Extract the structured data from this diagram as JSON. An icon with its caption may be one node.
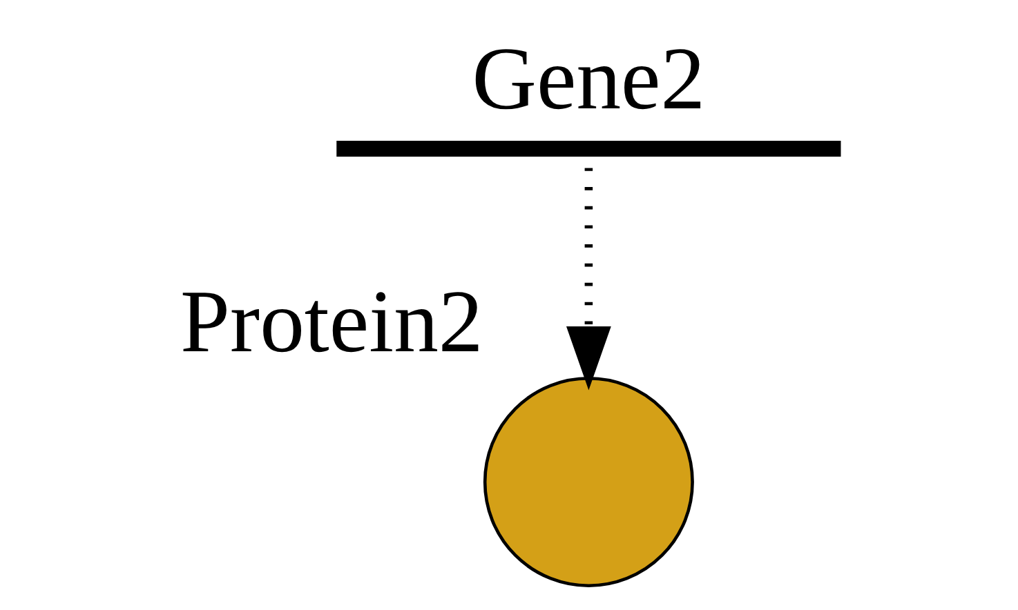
{
  "diagram": {
    "nodes": [
      {
        "text": [
          "Gene2"
        ]
      },
      {
        "text": [
          "Protein2"
        ]
      }
    ],
    "edges": [
      {
        "from": 0,
        "to": 1,
        "arrow": "to",
        "style": "dashed"
      }
    ]
  }
}
